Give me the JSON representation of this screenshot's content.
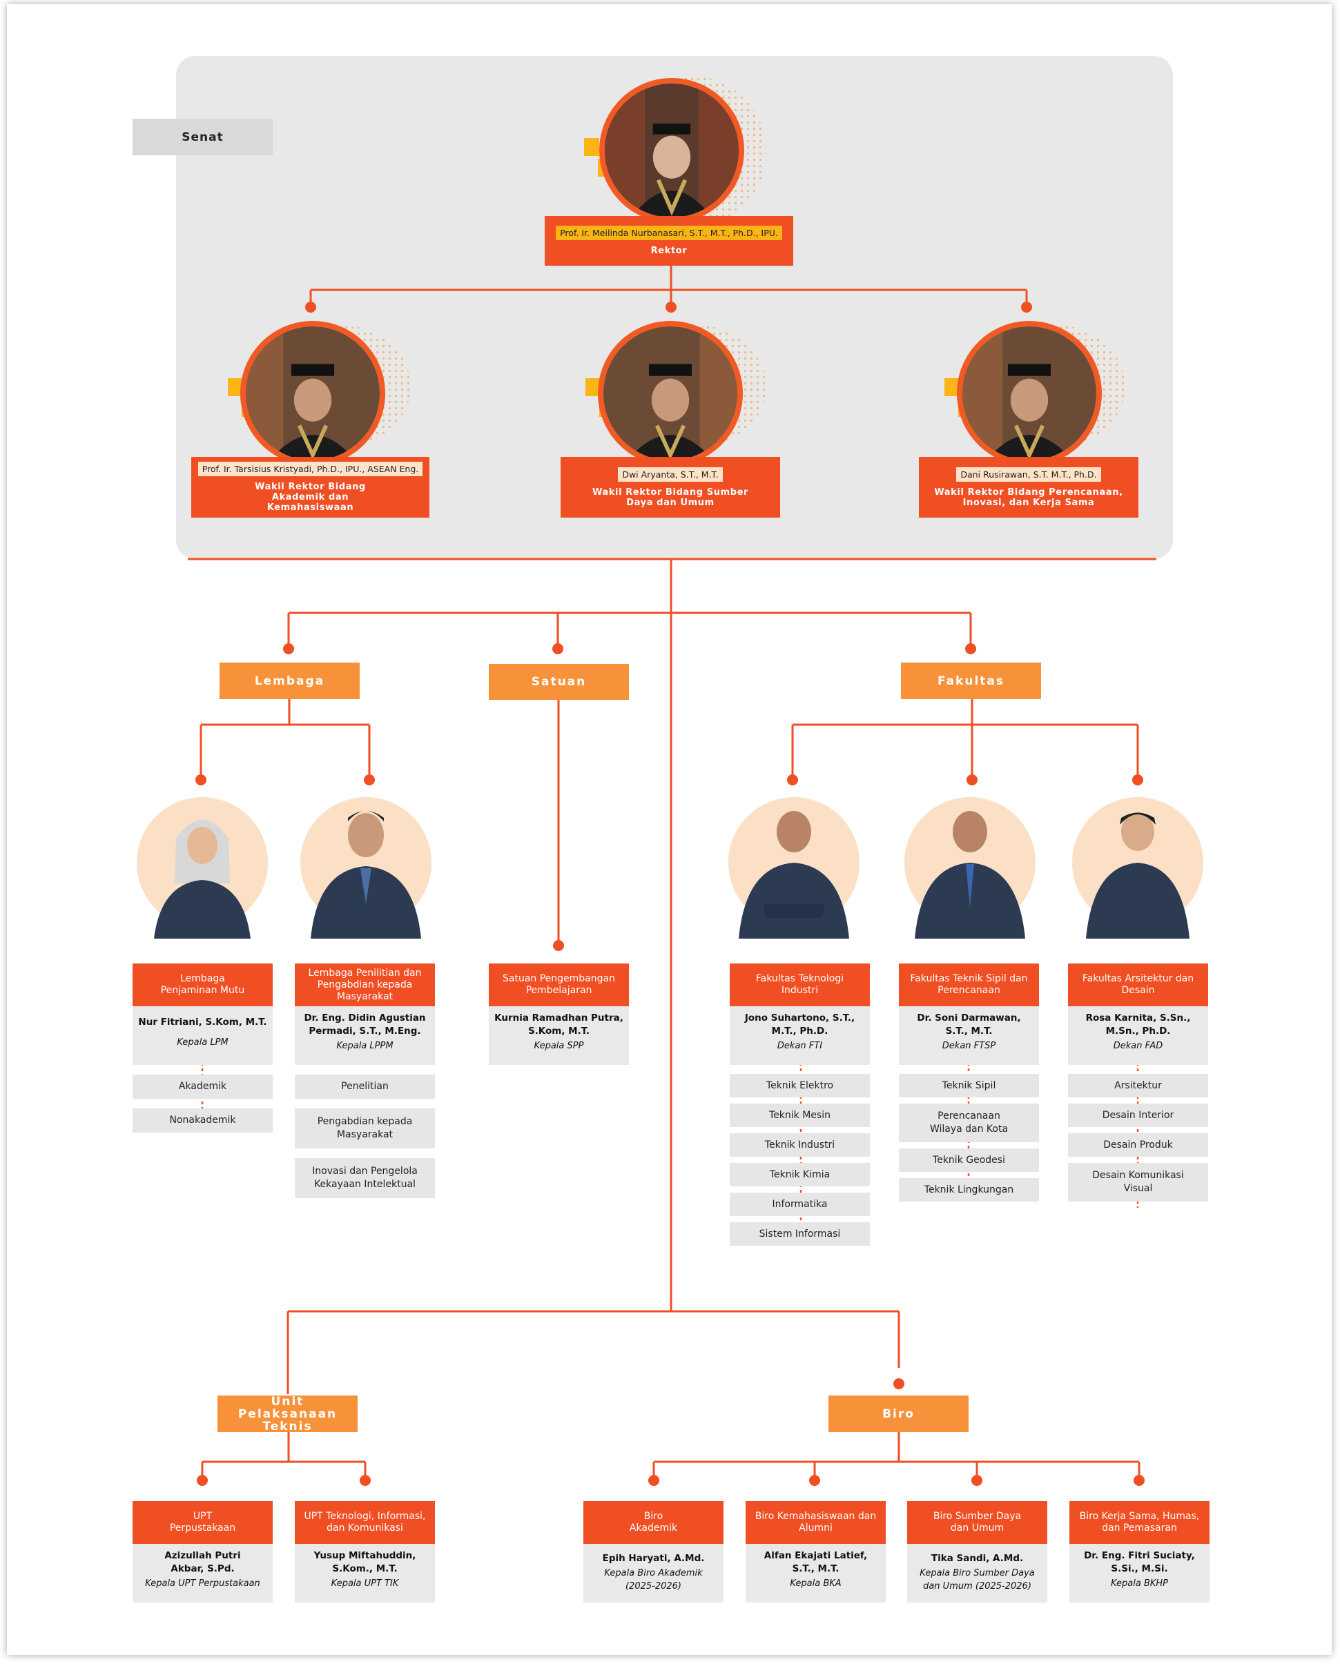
{
  "senat_label": "Senat",
  "rektor": {
    "name": "Prof. Ir. Meilinda Nurbanasari, S.T., M.T., Ph.D., IPU.",
    "role": "Rektor"
  },
  "wakil": [
    {
      "name": "Prof. Ir. Tarsisius Kristyadi, Ph.D., IPU., ASEAN Eng.",
      "role": "Wakil Rektor Bidang Akademik dan Kemahasiswaan"
    },
    {
      "name": "Dwi Aryanta, S.T., M.T.",
      "role": "Wakil Rektor Bidang Sumber Daya dan Umum"
    },
    {
      "name": "Dani Rusirawan, S.T. M.T., Ph.D.",
      "role": "Wakil Rektor Bidang Perencanaan, Inovasi, dan Kerja Sama"
    }
  ],
  "categories": {
    "lembaga": "Lembaga",
    "satuan": "Satuan",
    "fakultas": "Fakultas",
    "upt": "Unit  Pelaksanaan Teknis",
    "biro": "Biro"
  },
  "lembaga": [
    {
      "title": "Lembaga Penjaminan Mutu",
      "name": "Nur Fitriani, S.Kom, M.T.",
      "role": "Kepala LPM",
      "subs": [
        "Akademik",
        "Nonakademik"
      ]
    },
    {
      "title": "Lembaga Penilitian dan Pengabdian kepada Masyarakat",
      "name": "Dr. Eng. Didin Agustian Permadi, S.T., M.Eng.",
      "role": "Kepala LPPM",
      "subs": [
        "Penelitian",
        "Pengabdian kepada Masyarakat",
        "Inovasi dan Pengelola Kekayaan Intelektual"
      ]
    }
  ],
  "satuan": [
    {
      "title": "Satuan Pengembangan Pembelajaran",
      "name": "Kurnia Ramadhan Putra, S.Kom, M.T.",
      "role": "Kepala SPP"
    }
  ],
  "fakultas": [
    {
      "title": "Fakultas Teknologi Industri",
      "name": "Jono Suhartono, S.T., M.T., Ph.D.",
      "role": "Dekan FTI",
      "subs": [
        "Teknik Elektro",
        "Teknik Mesin",
        "Teknik Industri",
        "Teknik Kimia",
        "Informatika",
        "Sistem Informasi"
      ]
    },
    {
      "title": "Fakultas Teknik Sipil dan Perencanaan",
      "name": "Dr. Soni Darmawan, S.T., M.T.",
      "role": "Dekan FTSP",
      "subs": [
        "Teknik Sipil",
        "Perencanaan Wilaya dan Kota",
        "Teknik Geodesi",
        "Teknik Lingkungan"
      ]
    },
    {
      "title": "Fakultas Arsitektur dan Desain",
      "name": "Rosa Karnita, S.Sn., M.Sn., Ph.D.",
      "role": "Dekan FAD",
      "subs": [
        "Arsitektur",
        "Desain Interior",
        "Desain Produk",
        "Desain Komunikasi Visual"
      ]
    }
  ],
  "upt": [
    {
      "title": "UPT Perpustakaan",
      "name": "Azizullah Putri Akbar, S.Pd.",
      "role": "Kepala UPT Perpustakaan"
    },
    {
      "title": "UPT Teknologi, Informasi, dan Komunikasi",
      "name": "Yusup Miftahuddin, S.Kom., M.T.",
      "role": "Kepala UPT TIK"
    }
  ],
  "biro": [
    {
      "title": "Biro Akademik",
      "name": "Epih Haryati, A.Md.",
      "role": "Kepala Biro Akademik (2025-2026)"
    },
    {
      "title": "Biro Kemahasiswaan dan Alumni",
      "name": "Alfan Ekajati Latief, S.T., M.T.",
      "role": "Kepala BKA"
    },
    {
      "title": "Biro Sumber Daya dan Umum",
      "name": "Tika Sandi, A.Md.",
      "role": "Kepala Biro Sumber Daya dan Umum (2025-2026)"
    },
    {
      "title": "Biro Kerja Sama, Humas, dan Pemasaran",
      "name": "Dr. Eng. Fitri Suciaty, S.Si., M.Si.",
      "role": "Kepala BKHP"
    }
  ],
  "colors": {
    "accent": "#f04e23",
    "category": "#f7923a",
    "highlight": "#fbb415",
    "panel": "#e8e8e8"
  }
}
